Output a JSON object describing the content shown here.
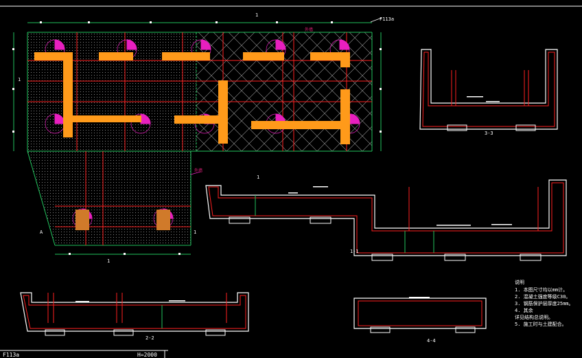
{
  "drawing": {
    "plan_tag": "F113a",
    "callout_top": "外墙",
    "callout_left": "外墙",
    "axis_marks": {
      "top": "1",
      "left": "1",
      "left_lower": "A",
      "bottom": "1",
      "mid": "1",
      "right": "1"
    },
    "sections": {
      "s11": "1-1",
      "s22": "2-2",
      "s33": "3-3",
      "s44": "4-4"
    },
    "notes": {
      "title": "说明",
      "lines": [
        "1. 本图尺寸均以mm计。",
        "2. 混凝土强度等级C30。",
        "3. 钢筋保护层厚度25mm。",
        "4. 其余",
        "   详见结构总说明。",
        "5. 施工时与土建配合。"
      ]
    },
    "title_block": {
      "drawing_no": "F113a",
      "scale": "H=2000"
    }
  }
}
